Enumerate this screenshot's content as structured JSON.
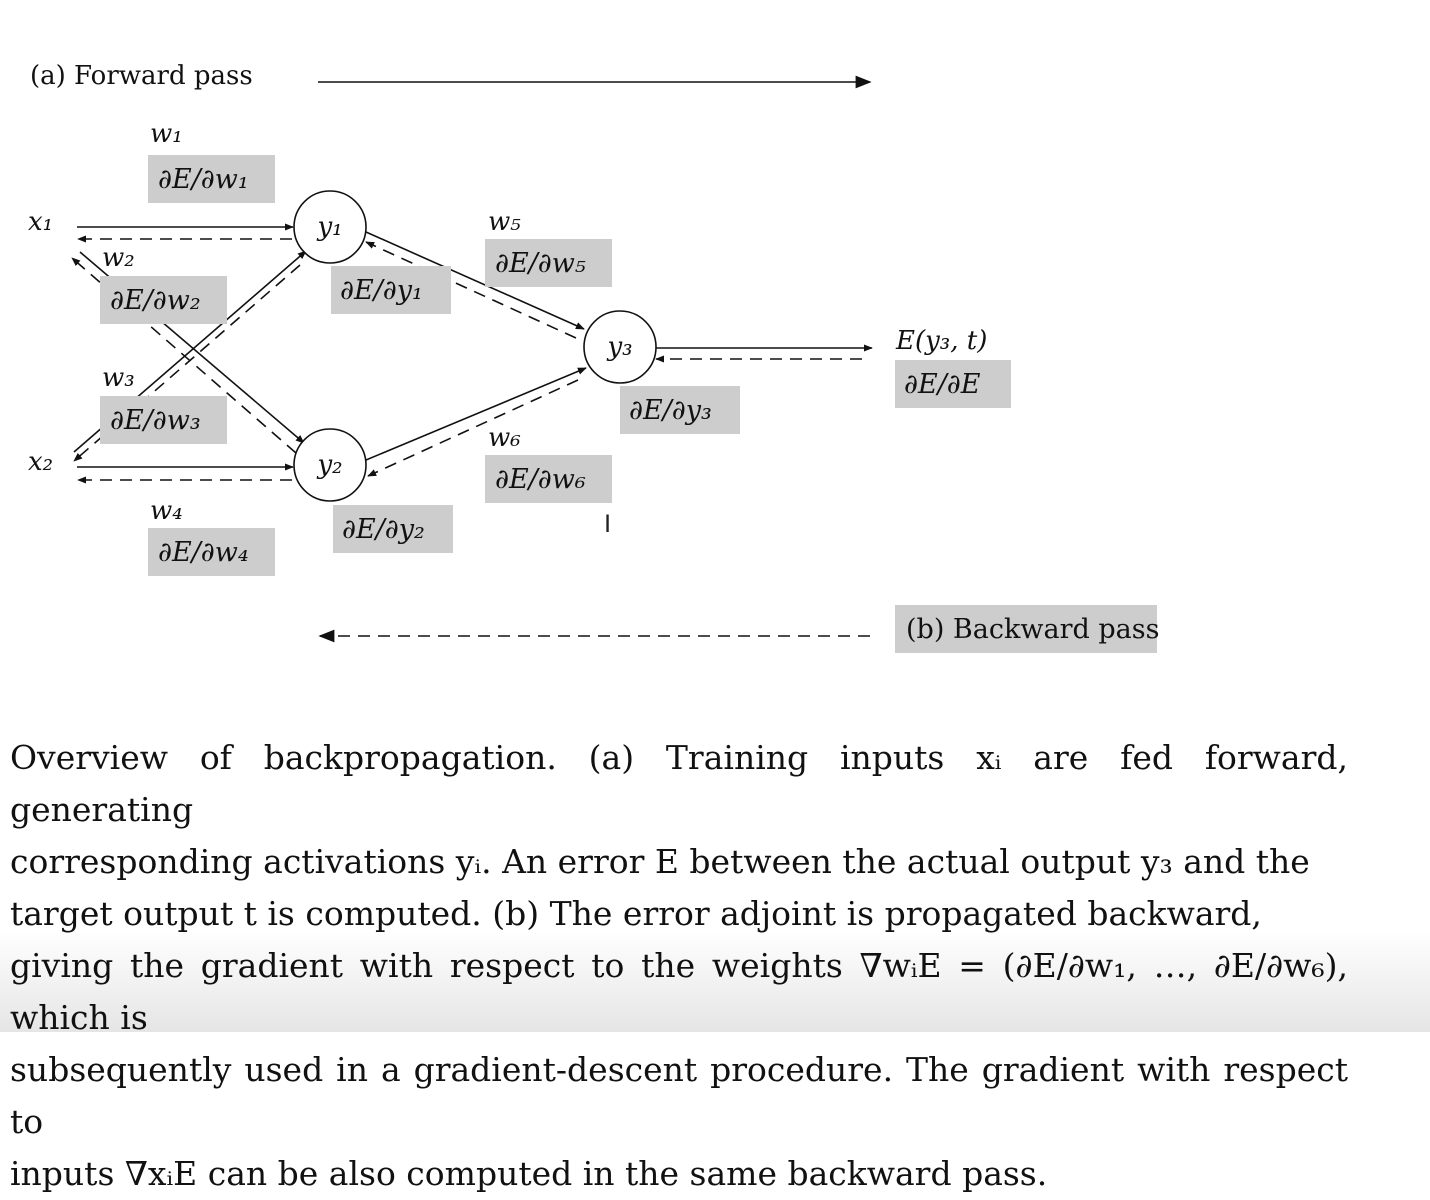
{
  "forward_label": "(a) Forward pass",
  "backward_label": "(b) Backward pass",
  "inputs": [
    "x₁",
    "x₂"
  ],
  "nodes": [
    "y₁",
    "y₂",
    "y₃"
  ],
  "weights": [
    "w₁",
    "w₂",
    "w₃",
    "w₄",
    "w₅",
    "w₆"
  ],
  "weight_grads": [
    "∂E/∂w₁",
    "∂E/∂w₂",
    "∂E/∂w₃",
    "∂E/∂w₄",
    "∂E/∂w₅",
    "∂E/∂w₆"
  ],
  "node_grads": [
    "∂E/∂y₁",
    "∂E/∂y₂",
    "∂E/∂y₃"
  ],
  "output_label": "E(y₃, t)",
  "output_grad": "∂E/∂E",
  "caption_lines": [
    "Overview of backpropagation. (a) Training inputs xᵢ are fed forward, generating",
    "corresponding activations yᵢ. An error E between the actual output y₃ and the",
    "target output t is computed. (b) The error adjoint is propagated backward,",
    "giving the gradient with respect to the weights ∇wᵢE = (∂E/∂w₁, …, ∂E/∂w₆), which is",
    "subsequently used in a gradient-descent procedure. The gradient with respect to",
    "inputs ∇xᵢE can be also computed in the same backward pass."
  ]
}
